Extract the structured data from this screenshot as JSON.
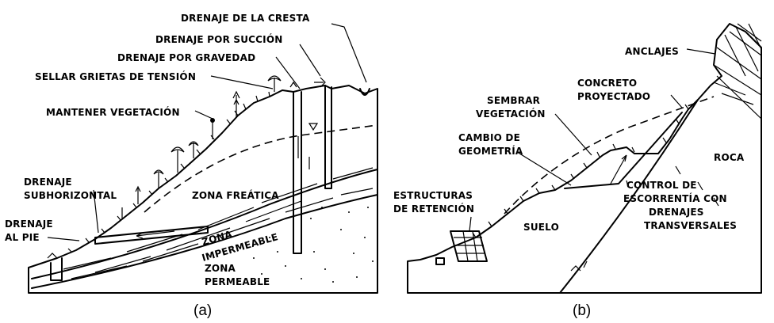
{
  "panel_a": {
    "caption": "(a)",
    "labels": {
      "drenaje_cresta": "DRENAJE DE LA CRESTA",
      "drenaje_succion": "DRENAJE POR SUCCIÓN",
      "drenaje_gravedad": "DRENAJE POR GRAVEDAD",
      "sellar_grietas": "SELLAR GRIETAS DE TENSIÓN",
      "mantener_vegetacion": "MANTENER VEGETACIÓN",
      "drenaje_sub_1": "DRENAJE",
      "drenaje_sub_2": "SUBHORIZONTAL",
      "zona_freatica": "ZONA FREÁTICA",
      "drenaje_pie_1": "DRENAJE",
      "drenaje_pie_2": "AL PIE",
      "zona_impermeable_1": "ZONA",
      "zona_impermeable_2": "IMPERMEABLE",
      "zona_permeable_1": "ZONA",
      "zona_permeable_2": "PERMEABLE"
    }
  },
  "panel_b": {
    "caption": "(b)",
    "labels": {
      "anclajes": "ANCLAJES",
      "concreto_1": "CONCRETO",
      "concreto_2": "PROYECTADO",
      "sembrar_1": "SEMBRAR",
      "sembrar_2": "VEGETACIÓN",
      "cambio_1": "CAMBIO DE",
      "cambio_2": "GEOMETRÍA",
      "estructuras_1": "ESTRUCTURAS",
      "estructuras_2": "DE RETENCIÓN",
      "suelo": "SUELO",
      "roca": "ROCA",
      "control_1": "CONTROL DE",
      "control_2": "ESCORRENTÍA CON",
      "control_3": "DRENAJES",
      "control_4": "TRANSVERSALES"
    }
  }
}
